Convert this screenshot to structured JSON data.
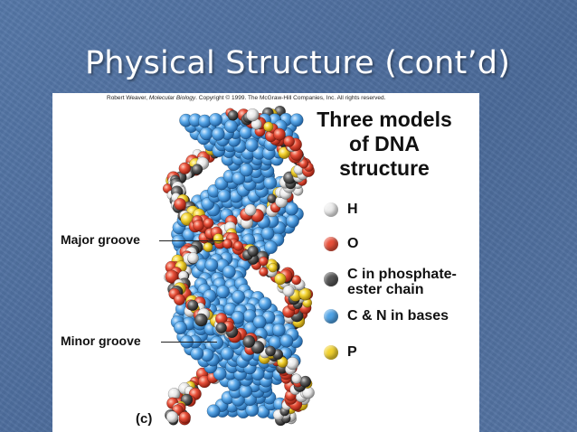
{
  "slide": {
    "title": "Physical Structure (cont’d)"
  },
  "figure": {
    "credit_prefix": "Robert Weaver, ",
    "credit_book": "Molecular Biology",
    "credit_suffix": ". Copyright © 1999. The McGraw-Hill Companies, Inc.  All rights reserved.",
    "heading": [
      "Three models",
      "of DNA",
      "structure"
    ],
    "groove_labels": {
      "major": "Major groove",
      "minor": "Minor groove"
    },
    "panel_letter": "(c)",
    "legend": [
      {
        "label": [
          "H"
        ],
        "color": "#f0f0f0",
        "icon": "hydrogen-atom-icon"
      },
      {
        "label": [
          "O"
        ],
        "color": "#e8503a",
        "icon": "oxygen-atom-icon"
      },
      {
        "label": [
          "C in phosphate-",
          "ester chain"
        ],
        "color": "#555555",
        "icon": "phosphate-carbon-atom-icon"
      },
      {
        "label": [
          "C & N in bases"
        ],
        "color": "#4fa3e6",
        "icon": "base-atom-icon"
      },
      {
        "label": [
          "P"
        ],
        "color": "#f2d22e",
        "icon": "phosphorus-atom-icon"
      }
    ]
  }
}
